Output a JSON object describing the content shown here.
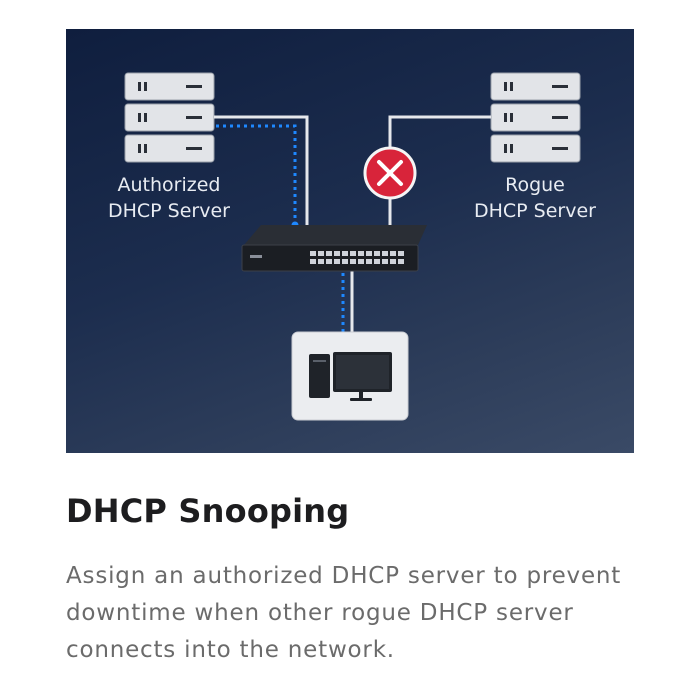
{
  "diagram": {
    "authorized_server": {
      "line1": "Authorized",
      "line2": "DHCP Server"
    },
    "rogue_server": {
      "line1": "Rogue",
      "line2": "DHCP Server"
    },
    "blocked_icon": "x-cross-icon",
    "colors": {
      "dotted_path": "#1e88ff",
      "blocked": "#d8243a",
      "background": "#1c2d4e"
    }
  },
  "heading": "DHCP Snooping",
  "description": "Assign an authorized DHCP server to prevent downtime when other rogue DHCP server connects into the network."
}
